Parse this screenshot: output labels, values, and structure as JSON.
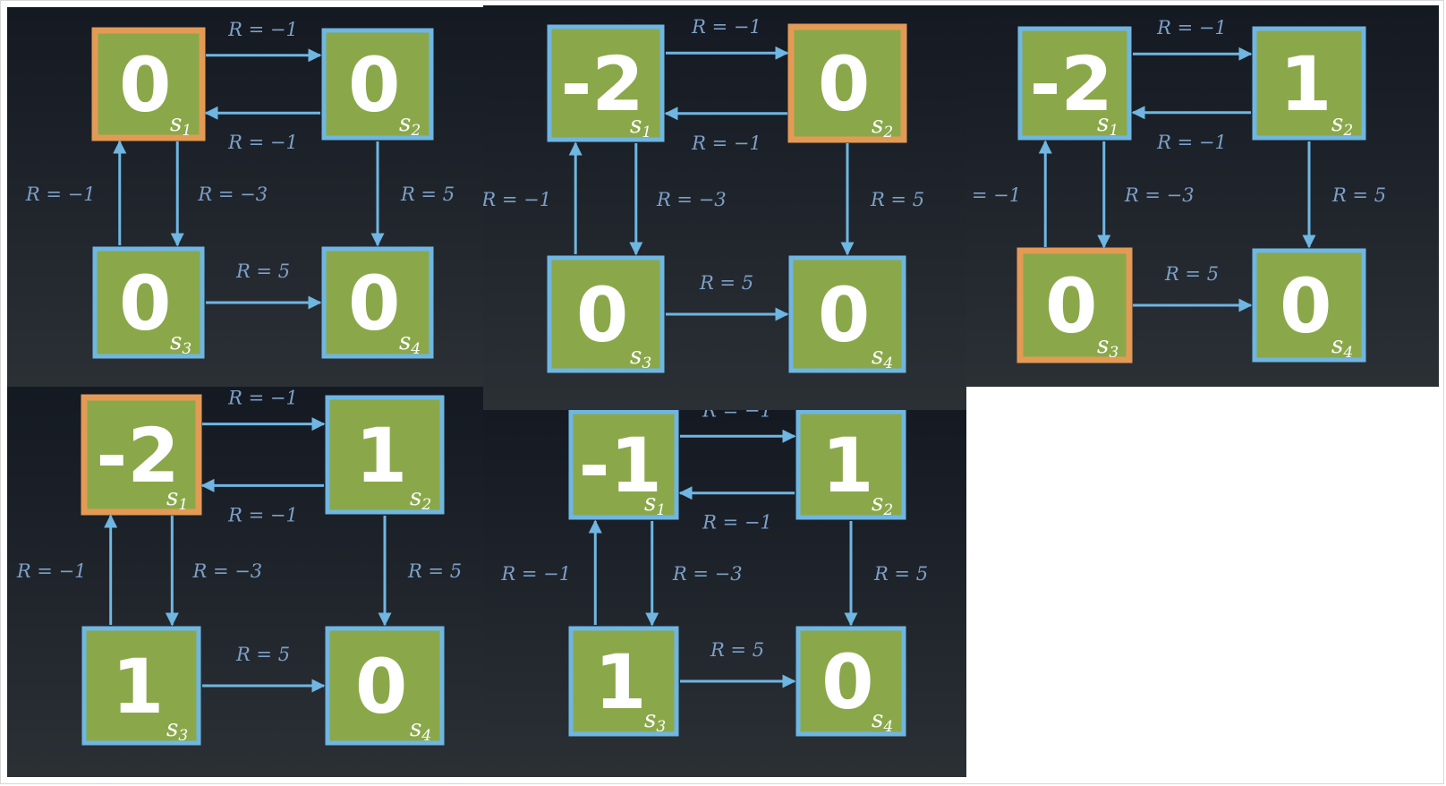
{
  "colors": {
    "background_top": "#141922",
    "background_bottom": "#2b3035",
    "node_fill": "#8aa84a",
    "node_border": "#6fb6e2",
    "highlight_border": "#e39a55",
    "arrow": "#6fb6e2",
    "reward_label": "#7da0c9"
  },
  "state_labels": {
    "s1": "s",
    "s2": "s",
    "s3": "s",
    "s4": "s",
    "sub1": "1",
    "sub2": "2",
    "sub3": "3",
    "sub4": "4"
  },
  "rewards": {
    "s1_to_s2": "R = −1",
    "s2_to_s1": "R = −1",
    "s1_to_s3": "R = −3",
    "s3_to_s1": "R = −1",
    "s2_to_s4": "R = 5",
    "s3_to_s4": "R = 5"
  },
  "panels": [
    {
      "values": {
        "s1": "0",
        "s2": "0",
        "s3": "0",
        "s4": "0"
      },
      "highlight": "s1"
    },
    {
      "values": {
        "s1": "-2",
        "s2": "0",
        "s3": "0",
        "s4": "0"
      },
      "highlight": "s2"
    },
    {
      "values": {
        "s1": "-2",
        "s2": "1",
        "s3": "0",
        "s4": "0"
      },
      "highlight": "s3"
    },
    {
      "values": {
        "s1": "-2",
        "s2": "1",
        "s3": "1",
        "s4": "0"
      },
      "highlight": "s1"
    },
    {
      "values": {
        "s1": "-1",
        "s2": "1",
        "s3": "1",
        "s4": "0"
      },
      "highlight": ""
    }
  ]
}
